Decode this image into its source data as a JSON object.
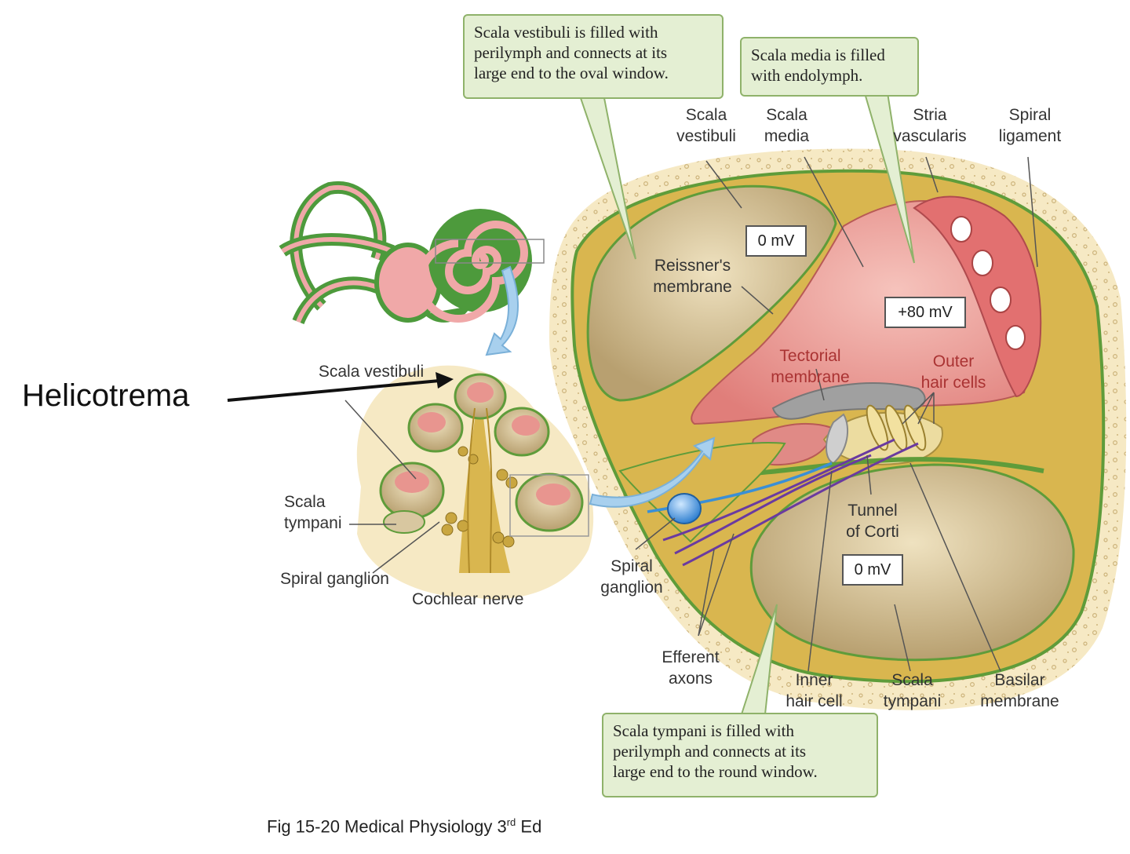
{
  "callouts": {
    "vestibuli": {
      "l1": "Scala vestibuli is filled with",
      "l2": "perilymph and connects at its",
      "l3": "large end to the oval window."
    },
    "media": {
      "l1": "Scala media is filled",
      "l2": "with endolymph."
    },
    "tympani": {
      "l1": "Scala tympani is filled with",
      "l2": "perilymph and connects at its",
      "l3": "large end to the round window."
    }
  },
  "labels": {
    "scala_vestibuli_cs": {
      "l1": "Scala",
      "l2": "vestibuli"
    },
    "scala_media": {
      "l1": "Scala",
      "l2": "media"
    },
    "stria_vascularis": {
      "l1": "Stria",
      "l2": "vascularis"
    },
    "spiral_ligament": {
      "l1": "Spiral",
      "l2": "ligament"
    },
    "reissners_membrane": {
      "l1": "Reissner's",
      "l2": "membrane"
    },
    "tectorial_membrane": {
      "l1": "Tectorial",
      "l2": "membrane"
    },
    "outer_hair_cells": {
      "l1": "Outer",
      "l2": "hair cells"
    },
    "tunnel_of_corti": {
      "l1": "Tunnel",
      "l2": "of Corti"
    },
    "spiral_ganglion_cs": {
      "l1": "Spiral",
      "l2": "ganglion"
    },
    "efferent_axons": {
      "l1": "Efferent",
      "l2": "axons"
    },
    "inner_hair_cell": {
      "l1": "Inner",
      "l2": "hair cell"
    },
    "scala_tympani_cs": {
      "l1": "Scala",
      "l2": "tympani"
    },
    "basilar_membrane": {
      "l1": "Basilar",
      "l2": "membrane"
    },
    "scala_vestibuli_small": "Scala vestibuli",
    "scala_tympani_small": {
      "l1": "Scala",
      "l2": "tympani"
    },
    "spiral_ganglion_small": "Spiral ganglion",
    "cochlear_nerve": "Cochlear nerve"
  },
  "potentials": {
    "vestibuli": "0 mV",
    "media": "+80 mV",
    "tympani": "0 mV"
  },
  "helicotrema": "Helicotrema",
  "caption": {
    "text": "Fig 15-20 Medical Physiology 3",
    "sup": "rd",
    "suffix": " Ed"
  },
  "colors": {
    "bone": "#f6e9c4",
    "bone_dot": "#d6c290",
    "wall": "#d9b64f",
    "green": "#5f9c3a",
    "scala_fill": "#d8c7a0",
    "media_pink": "#e8958f",
    "stria": "#d9666b",
    "tectorial": "#9c9c9c",
    "nerve_blue": "#3a8fd6",
    "efferent_purple": "#6a3aa0",
    "callout_bg": "#e4efd3",
    "callout_border": "#8fb26a"
  }
}
